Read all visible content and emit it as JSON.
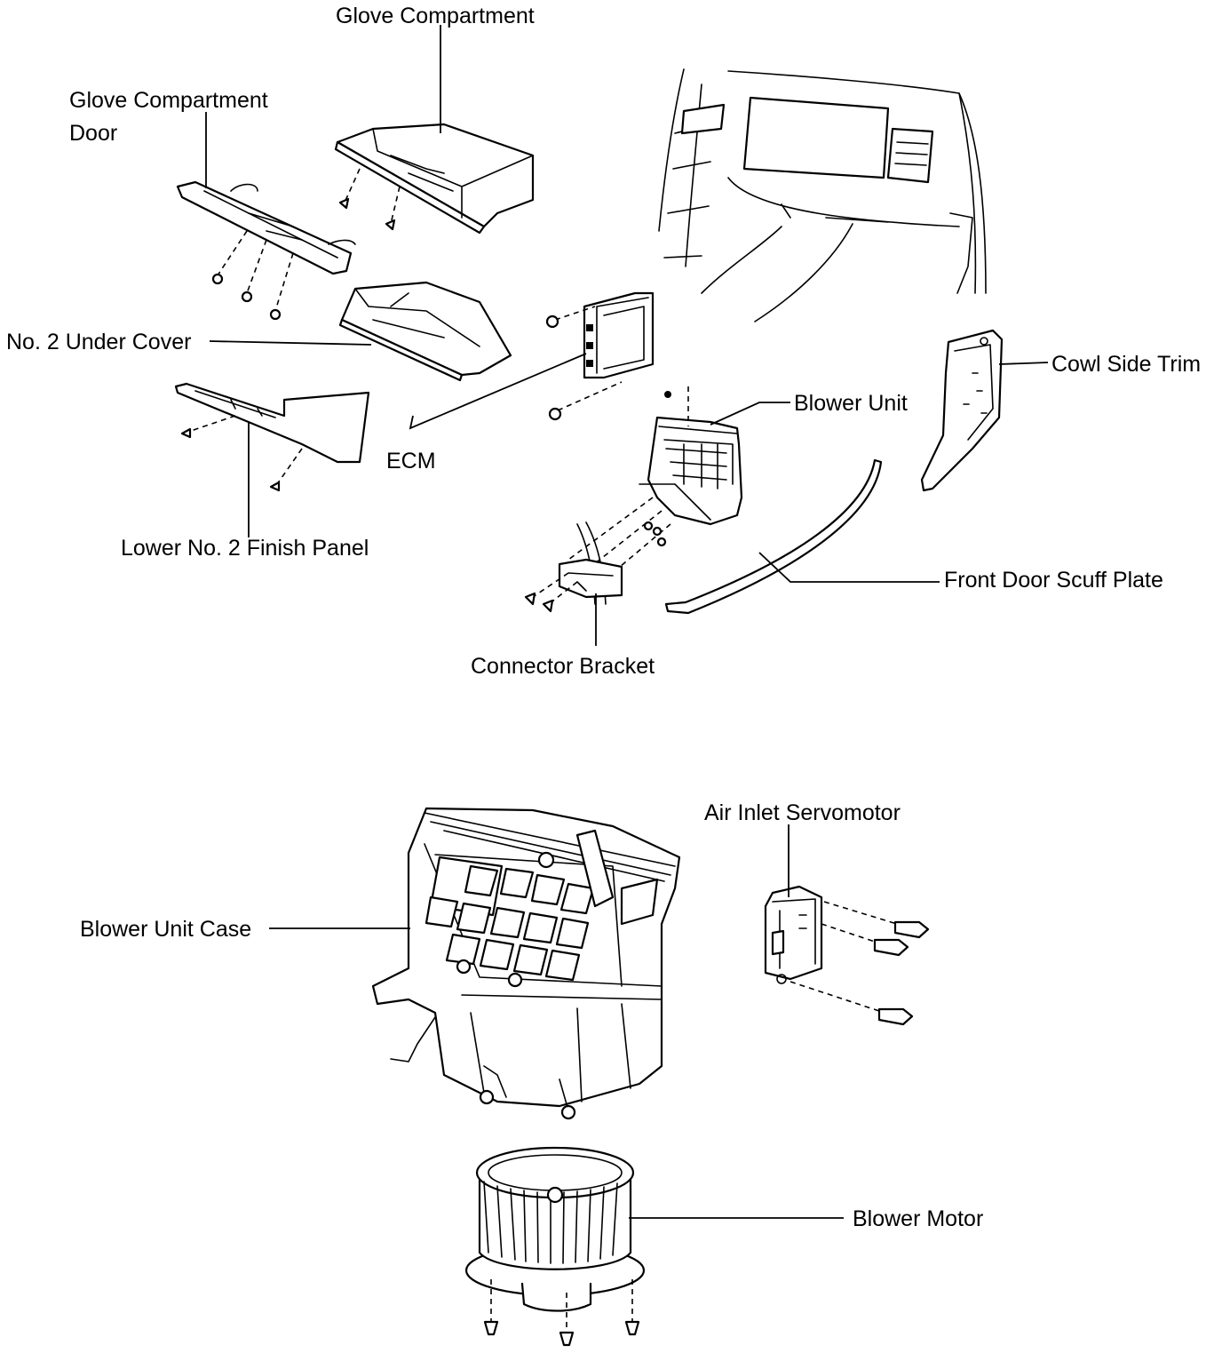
{
  "labels": {
    "glove_compartment": "Glove Compartment",
    "glove_compartment_door_line1": "Glove  Compartment",
    "glove_compartment_door_line2": "Door",
    "no2_under_cover": "No. 2 Under Cover",
    "ecm": "ECM",
    "lower_no2_finish_panel": "Lower No. 2 Finish Panel",
    "cowl_side_trim": "Cowl Side Trim",
    "blower_unit": "Blower Unit",
    "front_door_scuff_plate": "Front Door Scuff Plate",
    "connector_bracket": "Connector Bracket",
    "air_inlet_servomotor": "Air Inlet Servomotor",
    "blower_unit_case": "Blower Unit Case",
    "blower_motor": "Blower Motor"
  }
}
